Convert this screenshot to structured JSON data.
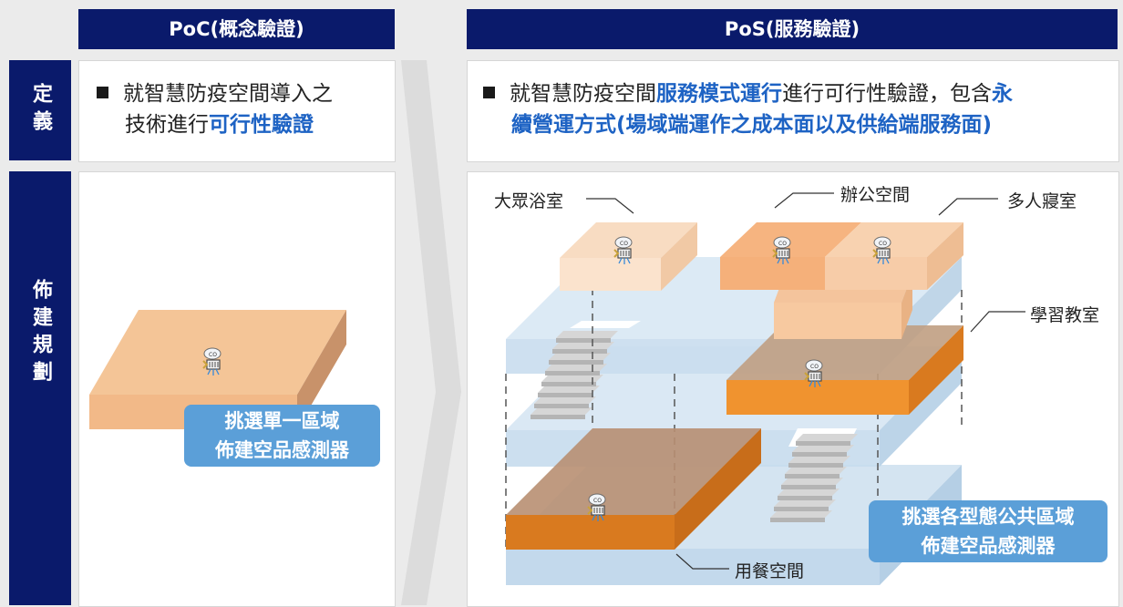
{
  "poc": {
    "header": "PoC(概念驗證)",
    "definition_line1": "就智慧防疫空間導入之",
    "definition_line2_plain": "技術進行",
    "definition_line2_highlight": "可行性驗證",
    "callout_line1": "挑選單一區域",
    "callout_line2": "佈建空品感測器"
  },
  "pos": {
    "header": "PoS(服務驗證)",
    "definition_plain1": "就智慧防疫空間",
    "definition_highlight1": "服務模式運行",
    "definition_plain2": "進行可行性驗證，包含",
    "definition_highlight2a": "永",
    "definition_highlight2b": "續營運方式(場域端運作之成本面以及供給端服務面)",
    "callout_line1": "挑選各型態公共區域",
    "callout_line2": "佈建空品感測器",
    "labels": {
      "bathroom": "大眾浴室",
      "office": "辦公空間",
      "dorm": "多人寢室",
      "classroom": "學習教室",
      "dining": "用餐空間"
    }
  },
  "side": {
    "definition": "定義",
    "deployment": "佈建規劃"
  },
  "colors": {
    "navy": "#0a1a6b",
    "highlight_blue": "#1e63c4",
    "callout_blue": "#5b9fd8",
    "peach": "#f5c79a",
    "orange": "#ee8a2c",
    "floor_blue": "#c7ddef"
  },
  "icons": [
    "air-quality-sensor-icon",
    "stairs-icon",
    "bullet-square-icon"
  ]
}
